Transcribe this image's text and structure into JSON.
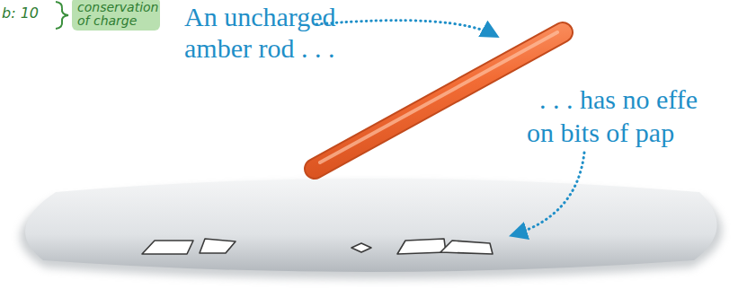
{
  "diagram": {
    "nodes": [
      {
        "text": [
          "conservation of charge"
        ]
      }
    ],
    "labels": [
      "b: 10",
      "An uncharged amber rod . . .",
      ". . . has no effe on bits of pap"
    ]
  }
}
